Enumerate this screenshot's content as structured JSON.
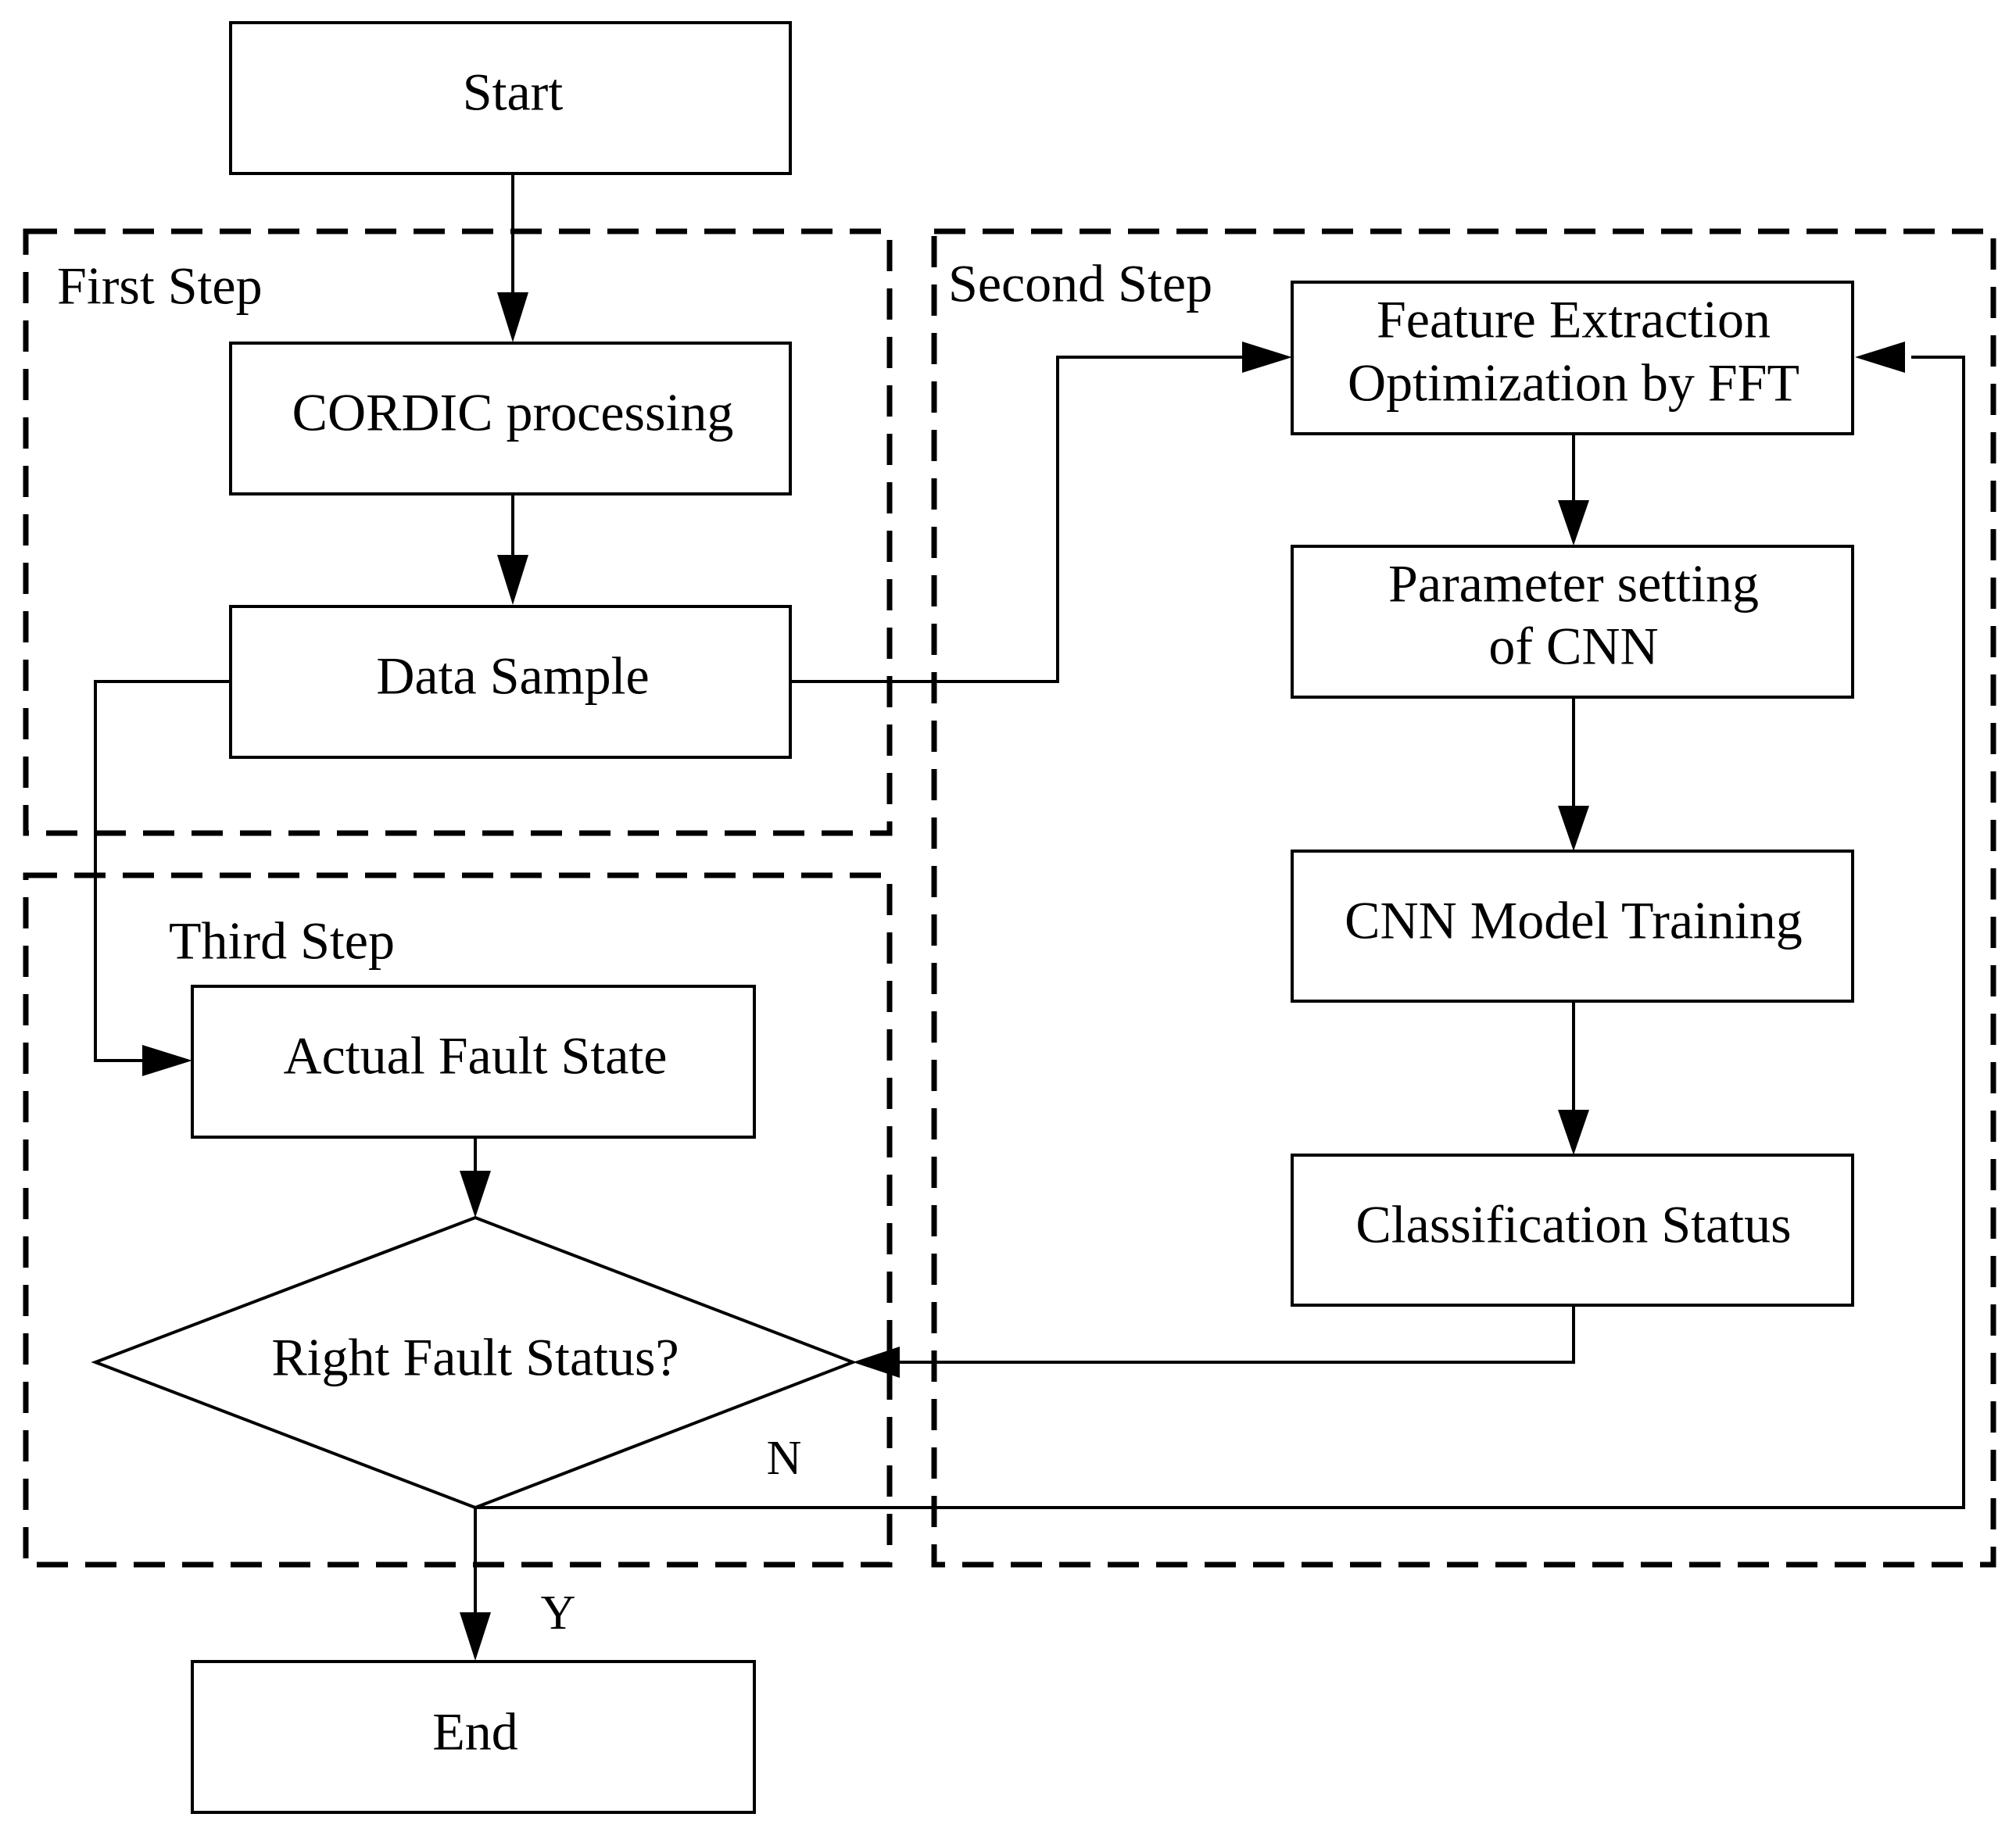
{
  "groups": {
    "first_step": "First Step",
    "second_step": "Second Step",
    "third_step": "Third Step"
  },
  "nodes": {
    "start": "Start",
    "cordic": "CORDIC processing",
    "data_sample": "Data Sample",
    "feature_extraction_line1": "Feature Extraction",
    "feature_extraction_line2": "Optimization by FFT",
    "parameter_setting_line1": "Parameter setting",
    "parameter_setting_line2": "of CNN",
    "cnn_training": "CNN Model Training",
    "classification_status": "Classification Status",
    "actual_fault_state": "Actual Fault State",
    "decision": "Right Fault Status?",
    "end": "End"
  },
  "edges": {
    "no_label": "N",
    "yes_label": "Y"
  }
}
